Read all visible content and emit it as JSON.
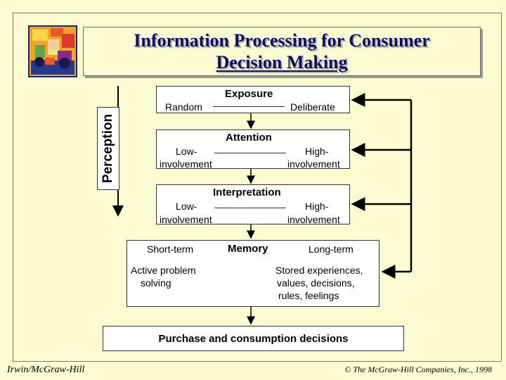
{
  "title": {
    "line1": "Information Processing for Consumer",
    "line2": "Decision Making"
  },
  "perception_label": "Perception",
  "exposure": {
    "title": "Exposure",
    "left": "Random",
    "right": "Deliberate"
  },
  "attention": {
    "title": "Attention",
    "left_1": "Low-",
    "left_2": "involvement",
    "right_1": "High-",
    "right_2": "involvement"
  },
  "interpretation": {
    "title": "Interpretation",
    "left_1": "Low-",
    "left_2": "involvement",
    "right_1": "High-",
    "right_2": "involvement"
  },
  "memory": {
    "title": "Memory",
    "short_term": "Short-term",
    "long_term": "Long-term",
    "left_1": "Active problem",
    "left_2": "solving",
    "right_1": "Stored experiences,",
    "right_2": "values, decisions,",
    "right_3": "rules, feelings"
  },
  "decisions": "Purchase and consumption decisions",
  "footer": {
    "left": "Irwin/McGraw-Hill",
    "right": "© The McGraw-Hill Companies, Inc., 1998"
  },
  "colors": {
    "background": "#fdfbd2",
    "title": "#0d0d6a",
    "logo": "#f3a32a"
  }
}
